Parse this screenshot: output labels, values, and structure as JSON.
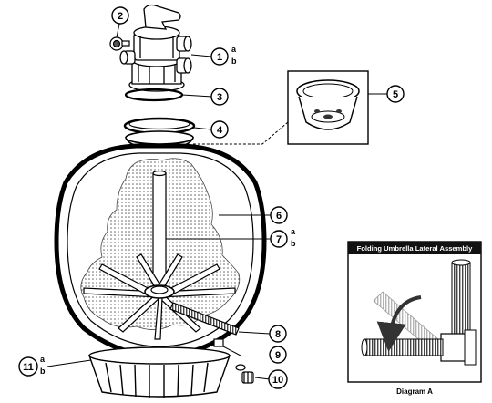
{
  "callouts": [
    {
      "id": "2",
      "label": "2",
      "sub_a": "",
      "sub_b": ""
    },
    {
      "id": "1",
      "label": "1",
      "sub_a": "a",
      "sub_b": "b"
    },
    {
      "id": "3",
      "label": "3",
      "sub_a": "",
      "sub_b": ""
    },
    {
      "id": "4",
      "label": "4",
      "sub_a": "",
      "sub_b": ""
    },
    {
      "id": "5",
      "label": "5",
      "sub_a": "",
      "sub_b": ""
    },
    {
      "id": "6",
      "label": "6",
      "sub_a": "",
      "sub_b": ""
    },
    {
      "id": "7",
      "label": "7",
      "sub_a": "a",
      "sub_b": "b"
    },
    {
      "id": "8",
      "label": "8",
      "sub_a": "",
      "sub_b": ""
    },
    {
      "id": "9",
      "label": "9",
      "sub_a": "",
      "sub_b": ""
    },
    {
      "id": "10",
      "label": "10",
      "sub_a": "",
      "sub_b": ""
    },
    {
      "id": "11",
      "label": "11",
      "sub_a": "a",
      "sub_b": "b"
    }
  ],
  "inset": {
    "title": "Folding Umbrella Lateral Assembly",
    "caption": "Diagram A"
  }
}
